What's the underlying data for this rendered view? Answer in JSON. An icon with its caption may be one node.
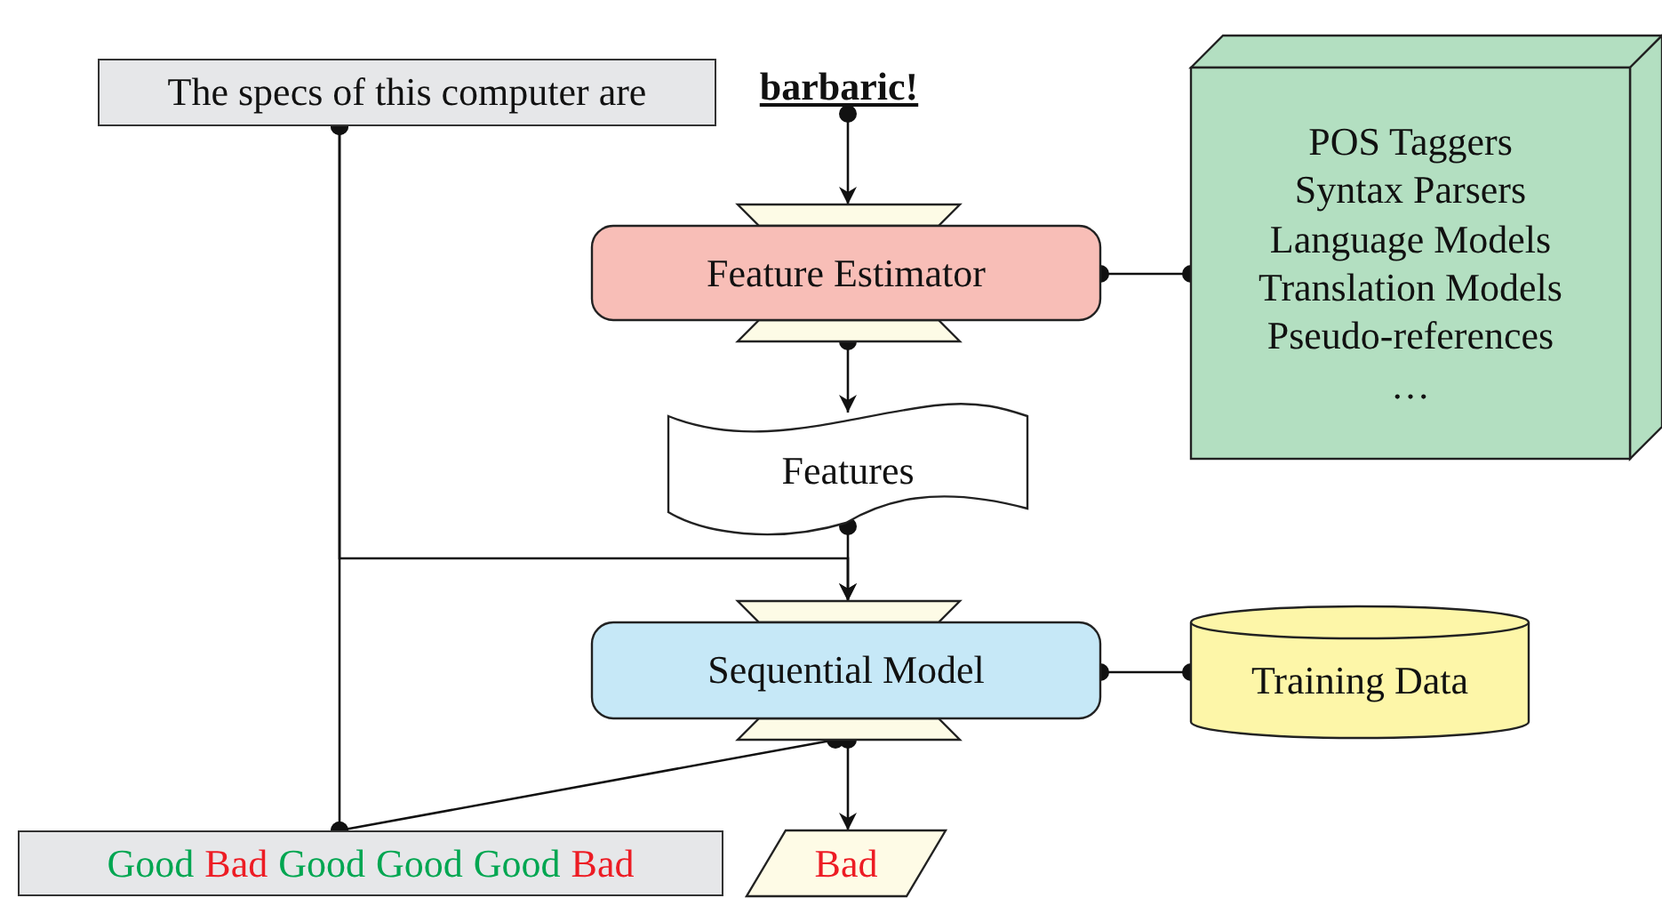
{
  "diagram": {
    "nodes": [
      {
        "text": [
          "The specs of this computer are"
        ]
      },
      {
        "text": [
          "barbaric!"
        ]
      },
      {
        "text": [
          "Feature Estimator"
        ]
      },
      {
        "text": [
          "POS Taggers",
          "Syntax Parsers",
          "Language Models",
          "Translation Models",
          "Pseudo-references",
          "…"
        ]
      },
      {
        "text": [
          "Features"
        ]
      },
      {
        "text": [
          "Sequential Model"
        ]
      },
      {
        "text": [
          "Training Data"
        ]
      },
      {
        "text": [
          "Good",
          "Bad",
          "Good",
          "Good",
          "Good",
          "Bad"
        ]
      },
      {
        "text": [
          "Bad"
        ]
      }
    ],
    "edges": [
      {
        "from": 1,
        "to": 2,
        "arrow": "to"
      },
      {
        "from": 2,
        "to": 3,
        "arrow": "other"
      },
      {
        "from": 2,
        "to": 4,
        "arrow": "to"
      },
      {
        "from": 4,
        "to": 5,
        "arrow": "to"
      },
      {
        "from": 0,
        "to": 5,
        "arrow": "to"
      },
      {
        "from": 5,
        "to": 6,
        "arrow": "other"
      },
      {
        "from": 0,
        "to": 7,
        "arrow": "other"
      },
      {
        "from": 5,
        "to": 7,
        "arrow": "other"
      },
      {
        "from": 5,
        "to": 8,
        "arrow": "to"
      }
    ]
  }
}
